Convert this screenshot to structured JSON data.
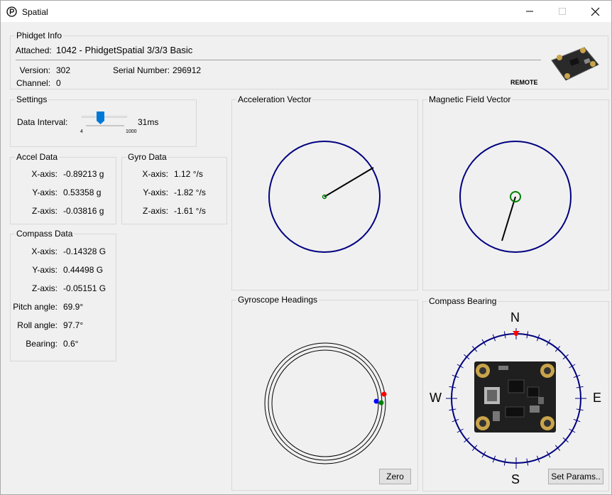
{
  "window": {
    "title": "Spatial",
    "minimize_icon": "minimize-icon",
    "maximize_icon": "maximize-icon",
    "close_icon": "close-icon"
  },
  "phidget_info": {
    "group_title": "Phidget Info",
    "attached_label": "Attached:",
    "attached_value": "1042 - PhidgetSpatial 3/3/3 Basic",
    "version_label": "Version:",
    "version_value": "302",
    "serial_label": "Serial Number:",
    "serial_value": "296912",
    "channel_label": "Channel:",
    "channel_value": "0",
    "remote_label": "REMOTE"
  },
  "settings": {
    "group_title": "Settings",
    "data_interval_label": "Data Interval:",
    "data_interval_value": "31ms",
    "slider_min": "4",
    "slider_max": "1000",
    "slider_fraction": 0.027
  },
  "accel_data": {
    "group_title": "Accel Data",
    "rows": [
      {
        "label": "X-axis:",
        "value": "-0.89213 g"
      },
      {
        "label": "Y-axis:",
        "value": "0.53358 g"
      },
      {
        "label": "Z-axis:",
        "value": "-0.03816 g"
      }
    ]
  },
  "gyro_data": {
    "group_title": "Gyro Data",
    "rows": [
      {
        "label": "X-axis:",
        "value": "1.12 °/s"
      },
      {
        "label": "Y-axis:",
        "value": "-1.82 °/s"
      },
      {
        "label": "Z-axis:",
        "value": "-1.61 °/s"
      }
    ]
  },
  "compass_data": {
    "group_title": "Compass Data",
    "rows": [
      {
        "label": "X-axis:",
        "value": "-0.14328 G"
      },
      {
        "label": "Y-axis:",
        "value": "0.44498 G"
      },
      {
        "label": "Z-axis:",
        "value": "-0.05151 G"
      },
      {
        "label": "Pitch angle:",
        "value": "69.9°"
      },
      {
        "label": "Roll angle:",
        "value": "97.7°"
      },
      {
        "label": "Bearing:",
        "value": "0.6°"
      }
    ]
  },
  "panels": {
    "acceleration_vector": "Acceleration Vector",
    "magnetic_field_vector": "Magnetic Field Vector",
    "gyroscope_headings": "Gyroscope Headings",
    "compass_bearing": "Compass Bearing"
  },
  "compass": {
    "north": "N",
    "south": "S",
    "east": "E",
    "west": "W"
  },
  "buttons": {
    "zero": "Zero",
    "set_params": "Set Params.."
  },
  "colors": {
    "circle": "#000080",
    "vector_center": "#008000",
    "north_marker": "#ff0000",
    "gyro_x": "#ff0000",
    "gyro_y": "#008000",
    "gyro_z": "#0000ff"
  }
}
